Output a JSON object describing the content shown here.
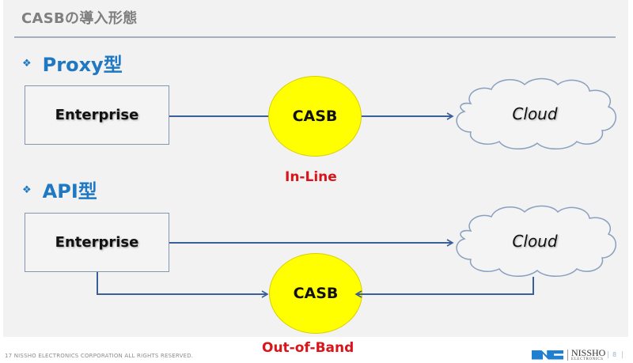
{
  "slide": {
    "title": "CASBの導入形態",
    "page_number": "8",
    "footer_copyright": "17 NISSHO ELECTRONICS CORPORATION ALL RIGHTS RESERVED.",
    "logo": {
      "name": "NISSHO",
      "sub": "ELECTRONICS",
      "mark_color": "#1f7fd0"
    }
  },
  "bullet_icon": "❖",
  "sections": [
    {
      "heading": "Proxy型",
      "enterprise_label": "Enterprise",
      "casb_label": "CASB",
      "cloud_label": "Cloud",
      "mode_label": "In-Line"
    },
    {
      "heading": "API型",
      "enterprise_label": "Enterprise",
      "casb_label": "CASB",
      "cloud_label": "Cloud",
      "mode_label": "Out-of-Band"
    }
  ],
  "colors": {
    "heading": "#1f78c1",
    "casb_fill": "#ffff00",
    "mode_label": "#d9141b",
    "connector": "#3a5f9a",
    "box_border": "#8496b0"
  }
}
